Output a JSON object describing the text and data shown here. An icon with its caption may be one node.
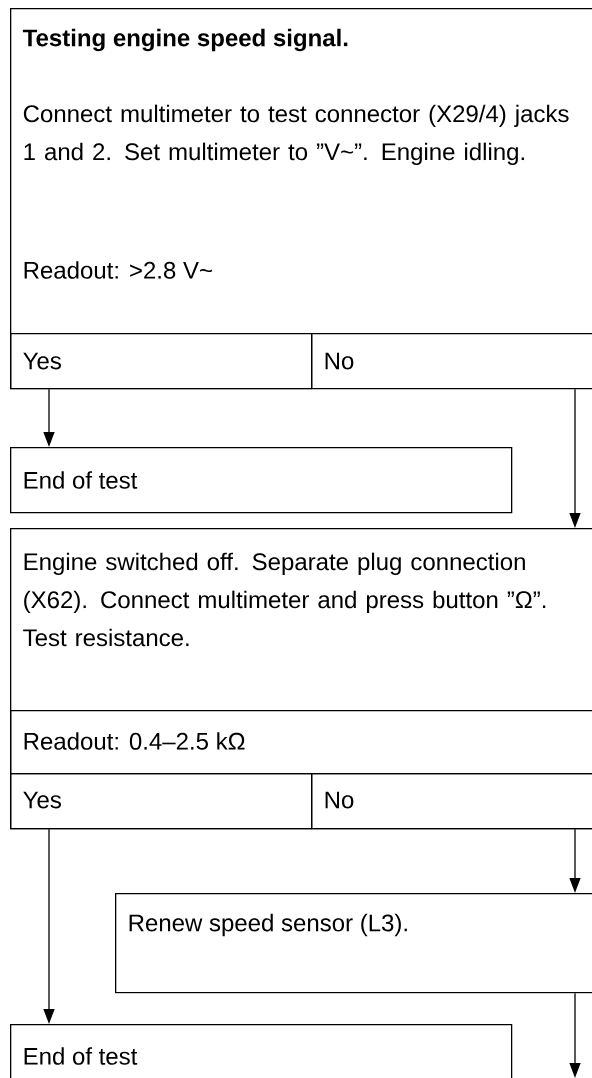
{
  "diagram": {
    "nodes": [
      {
        "text": [
          "Testing engine speed signal.",
          "Connect multimeter to test connector (X29/4) jacks 1 and 2. Set multimeter to ”V~”. Engine idling.",
          "Readout: >2.8 V~"
        ]
      },
      {
        "text": [
          "Yes"
        ],
        "in": 0
      },
      {
        "text": [
          "No"
        ],
        "in": 0
      },
      {
        "text": [
          "End of test"
        ]
      },
      {
        "text": [
          "Engine switched off. Separate plug connection (X62). Connect multimeter and press button ”Ω”. Test resistance."
        ]
      },
      {
        "text": [
          "Readout: 0.4–2.5 kΩ"
        ],
        "in": 4
      },
      {
        "text": [
          "Yes"
        ],
        "in": 4
      },
      {
        "text": [
          "No"
        ],
        "in": 4
      },
      {
        "text": [
          "Renew speed sensor (L3)."
        ]
      },
      {
        "text": [
          "End of test"
        ]
      }
    ],
    "edges": [
      {
        "from": 1,
        "to": 3,
        "arrow": "to"
      },
      {
        "from": 2,
        "to": 4,
        "arrow": "to"
      },
      {
        "from": 6,
        "to": 9,
        "arrow": "to"
      },
      {
        "from": 7,
        "to": 8,
        "arrow": "to"
      },
      {
        "from": 8,
        "to": null,
        "arrow": "to"
      }
    ]
  }
}
